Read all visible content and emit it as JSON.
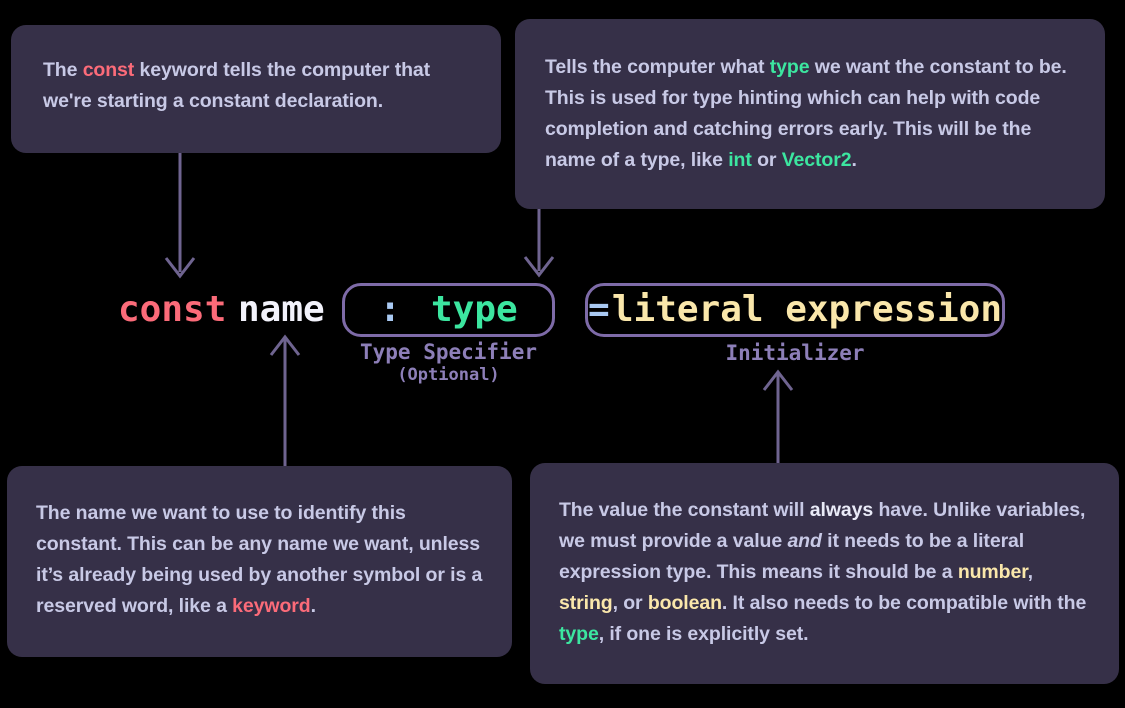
{
  "background": "#000000",
  "palette": {
    "callout_bg": "#363048",
    "callout_text": "#c8c9e6",
    "group_border": "#7e6ba8",
    "caption": "#8d7fb8",
    "keyword_red": "#fb6b79",
    "type_green": "#3ce6a0",
    "literal_cream": "#fae7ab",
    "punct_blue": "#a9c9f2",
    "name_white": "#f2f2fb",
    "arrow": "#6f6490"
  },
  "syntax": {
    "keyword": "const",
    "name": "name",
    "type_specifier": {
      "punct": ":",
      "value": "type",
      "caption": "Type Specifier",
      "caption_note": "(Optional)"
    },
    "initializer": {
      "punct": "=",
      "value": "literal expression",
      "caption": "Initializer"
    }
  },
  "callouts": {
    "const": {
      "name": "const-keyword-callout",
      "segments": [
        {
          "text": "The ",
          "style": "plain"
        },
        {
          "text": "const",
          "style": "keyword"
        },
        {
          "text": " keyword tells the computer that we're starting a constant declaration.",
          "style": "plain"
        }
      ]
    },
    "type": {
      "name": "type-specifier-callout",
      "segments": [
        {
          "text": "Tells the computer what ",
          "style": "plain"
        },
        {
          "text": "type",
          "style": "type"
        },
        {
          "text": " we want the constant to be. This is used for type hinting which can help with code completion and catching errors early. This will be the name of a type, like ",
          "style": "plain"
        },
        {
          "text": "int",
          "style": "type"
        },
        {
          "text": " or ",
          "style": "plain"
        },
        {
          "text": "Vector2",
          "style": "type"
        },
        {
          "text": ".",
          "style": "plain"
        }
      ]
    },
    "name": {
      "name": "name-callout",
      "segments": [
        {
          "text": "The name we want to use to identify this constant. This can be any name we want, unless it’s already being used by another symbol or is a reserved word, like a ",
          "style": "plain"
        },
        {
          "text": "keyword",
          "style": "keyword"
        },
        {
          "text": ".",
          "style": "plain"
        }
      ]
    },
    "value": {
      "name": "initializer-callout",
      "segments": [
        {
          "text": "The value the constant will ",
          "style": "plain"
        },
        {
          "text": "always",
          "style": "bold"
        },
        {
          "text": " have. Unlike variables, we must provide a value ",
          "style": "plain"
        },
        {
          "text": "and",
          "style": "italic"
        },
        {
          "text": " it needs to be a literal expression type. This means it should be a ",
          "style": "plain"
        },
        {
          "text": "number",
          "style": "literal"
        },
        {
          "text": ", ",
          "style": "plain"
        },
        {
          "text": "string",
          "style": "literal"
        },
        {
          "text": ", or ",
          "style": "plain"
        },
        {
          "text": "boolean",
          "style": "literal"
        },
        {
          "text": ". It also needs to be compatible with the ",
          "style": "plain"
        },
        {
          "text": "type",
          "style": "type"
        },
        {
          "text": ", if one is explicitly set.",
          "style": "plain"
        }
      ]
    }
  },
  "connectors": [
    {
      "name": "connector-const-to-keyword",
      "direction": "down"
    },
    {
      "name": "connector-type-to-type-specifier",
      "direction": "down"
    },
    {
      "name": "connector-name-to-name",
      "direction": "up"
    },
    {
      "name": "connector-value-to-initializer",
      "direction": "up"
    }
  ]
}
